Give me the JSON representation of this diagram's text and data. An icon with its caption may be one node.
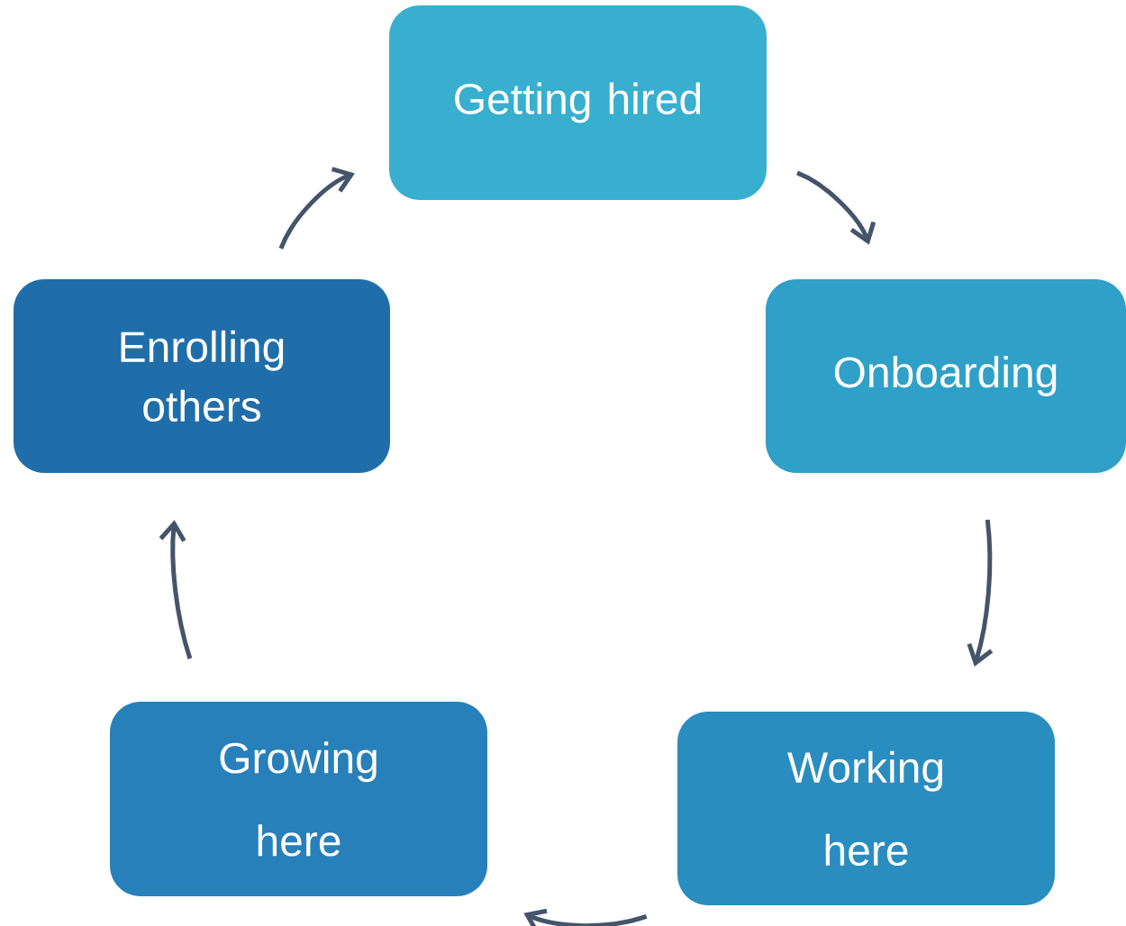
{
  "diagram": {
    "nodes": [
      {
        "text": [
          "Getting hired"
        ]
      },
      {
        "text": [
          "Onboarding"
        ]
      },
      {
        "text": [
          "Working here"
        ]
      },
      {
        "text": [
          "Growing here"
        ]
      },
      {
        "text": [
          "Enrolling others"
        ]
      }
    ],
    "edges": [
      {
        "from": 0,
        "to": 1,
        "arrow": "to"
      },
      {
        "from": 1,
        "to": 2,
        "arrow": "to"
      },
      {
        "from": 2,
        "to": 3,
        "arrow": "to"
      },
      {
        "from": 3,
        "to": 4,
        "arrow": "to"
      },
      {
        "from": 4,
        "to": 0,
        "arrow": "to"
      }
    ]
  }
}
